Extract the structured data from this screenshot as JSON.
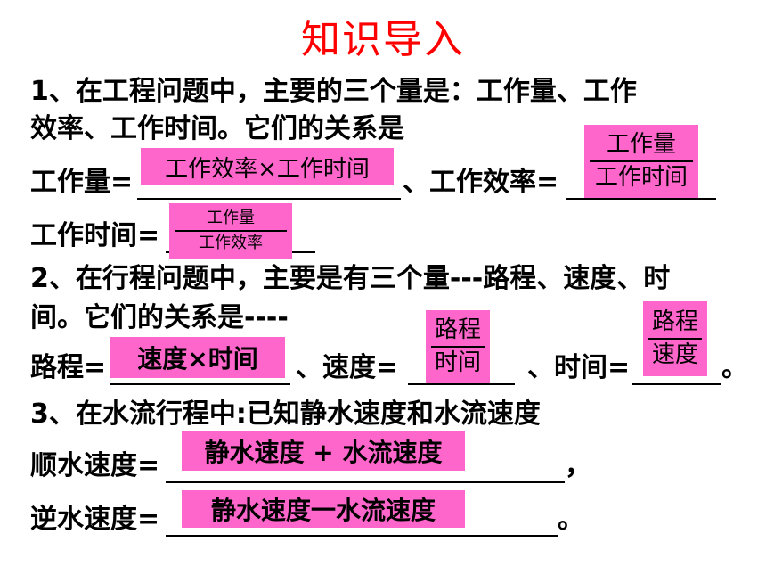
{
  "title": "知识导入",
  "section1": {
    "line1": "1、在工程问题中，主要的三个量是：工作量、工作",
    "line2": "效率、工作时间。它们的关系是",
    "work_label": "工作量=",
    "work_answer": "工作效率×工作时间",
    "efficiency_label": "、工作效率=",
    "efficiency_num": "工作量",
    "efficiency_den": "工作时间",
    "time_label": "工作时间=",
    "time_num": "工作量",
    "time_den": "工作效率"
  },
  "section2": {
    "line1": "2、在行程问题中，主要是有三个量---路程、速度、时",
    "line2": "间。它们的关系是----",
    "distance_label": "路程=",
    "distance_answer": "速度×时间",
    "speed_label": "、速度=",
    "speed_num": "路程",
    "speed_den": "时间",
    "time_label": "、时间=",
    "time_num": "路程",
    "time_den": "速度",
    "end_mark": "。"
  },
  "section3": {
    "line1": "3、在水流行程中:已知静水速度和水流速度",
    "down_label": "顺水速度=",
    "down_answer": "静水速度 + 水流速度",
    "down_end": "，",
    "up_label": "逆水速度=",
    "up_answer": "静水速度一水流速度",
    "up_end": "。"
  },
  "colors": {
    "title": "#ff0000",
    "highlight": "#ff66cc"
  }
}
